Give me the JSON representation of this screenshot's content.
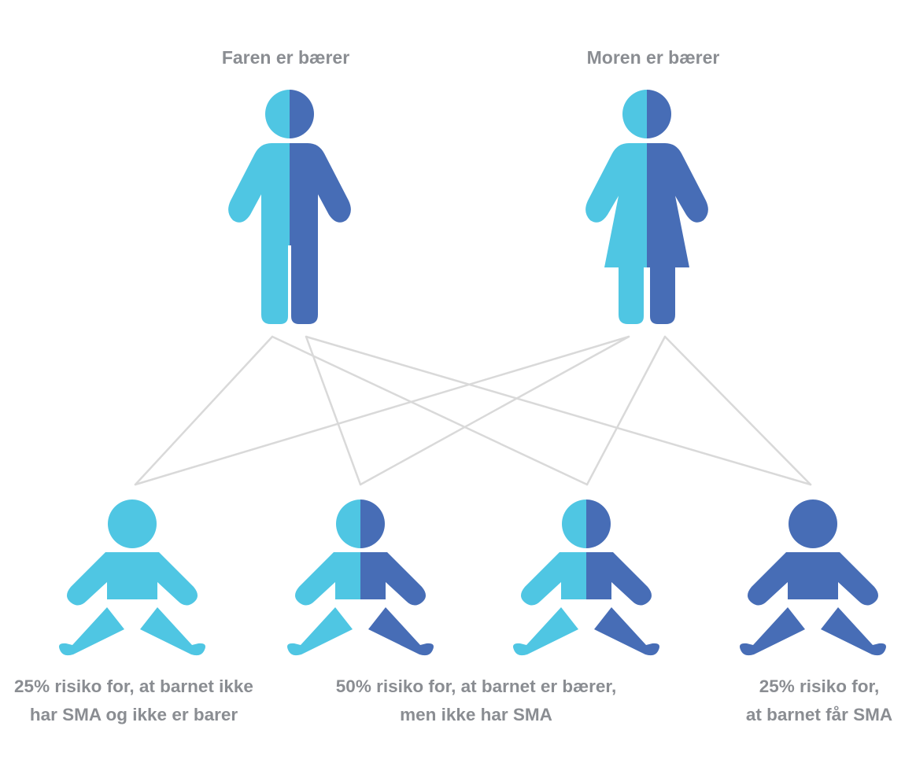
{
  "parents": {
    "father": {
      "label": "Faren er bærer"
    },
    "mother": {
      "label": "Moren er bærer"
    }
  },
  "children": [
    {
      "status": "unaffected"
    },
    {
      "status": "carrier"
    },
    {
      "status": "carrier"
    },
    {
      "status": "affected"
    }
  ],
  "captions": {
    "unaffected": {
      "line1": "25% risiko for, at barnet ikke",
      "line2": "har SMA og ikke er barer"
    },
    "carrier": {
      "line1": "50% risiko for, at barnet er bærer,",
      "line2": "men ikke har SMA"
    },
    "affected": {
      "line1": "25% risiko for,",
      "line2": "at barnet får SMA"
    }
  },
  "colors": {
    "light_blue": "#4fc6e3",
    "dark_blue": "#476db6",
    "lines": "#d9d9d9",
    "text": "#8a8d92"
  },
  "icons": {
    "father": "man-figure-icon",
    "mother": "woman-figure-icon",
    "child": "baby-figure-icon"
  }
}
